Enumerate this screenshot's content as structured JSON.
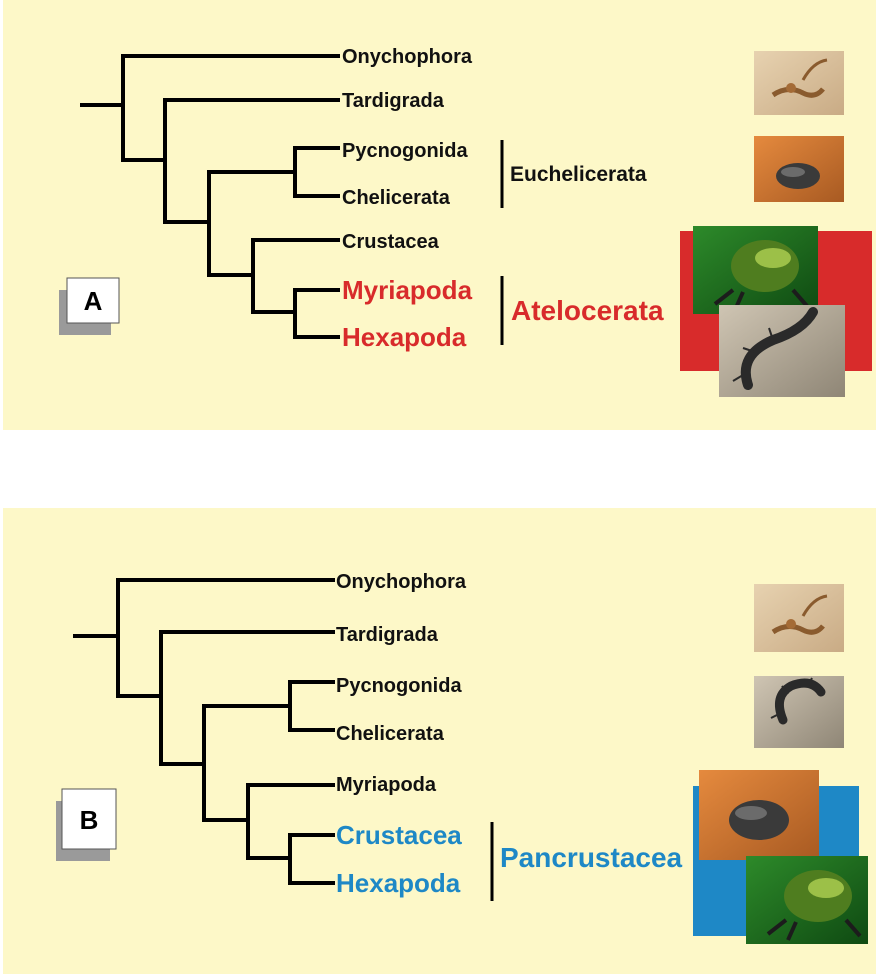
{
  "colors": {
    "panel_bg": "#fdf8c8",
    "red": "#d82b2b",
    "blue": "#1e88c6"
  },
  "panel_a": {
    "label": "A",
    "taxa": [
      "Onychophora",
      "Tardigrada",
      "Pycnogonida",
      "Chelicerata",
      "Crustacea",
      "Myriapoda",
      "Hexapoda"
    ],
    "group_black": "Euchelicerata",
    "group_highlight": "Atelocerata",
    "photos": [
      "scorpion-photo",
      "woodlouse-photo",
      "beetle-photo",
      "centipede-photo"
    ]
  },
  "panel_b": {
    "label": "B",
    "taxa": [
      "Onychophora",
      "Tardigrada",
      "Pycnogonida",
      "Chelicerata",
      "Myriapoda",
      "Crustacea",
      "Hexapoda"
    ],
    "group_highlight": "Pancrustacea",
    "photos": [
      "scorpion-photo",
      "centipede-photo",
      "woodlouse-photo",
      "beetle-photo"
    ]
  }
}
